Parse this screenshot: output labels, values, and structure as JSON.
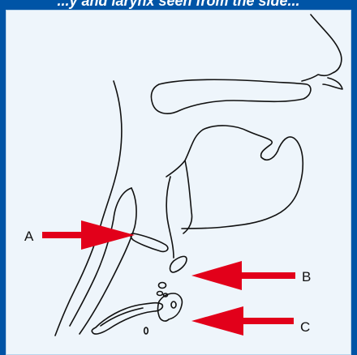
{
  "header": {
    "title": "...y and larynx seen from the side..."
  },
  "colors": {
    "frame": "#0054a6",
    "panel": "#eef5fb",
    "arrow": "#e2001a",
    "stroke": "#111111"
  },
  "labels": [
    {
      "id": "A",
      "text": "A"
    },
    {
      "id": "B",
      "text": "B"
    },
    {
      "id": "C",
      "text": "C"
    }
  ]
}
